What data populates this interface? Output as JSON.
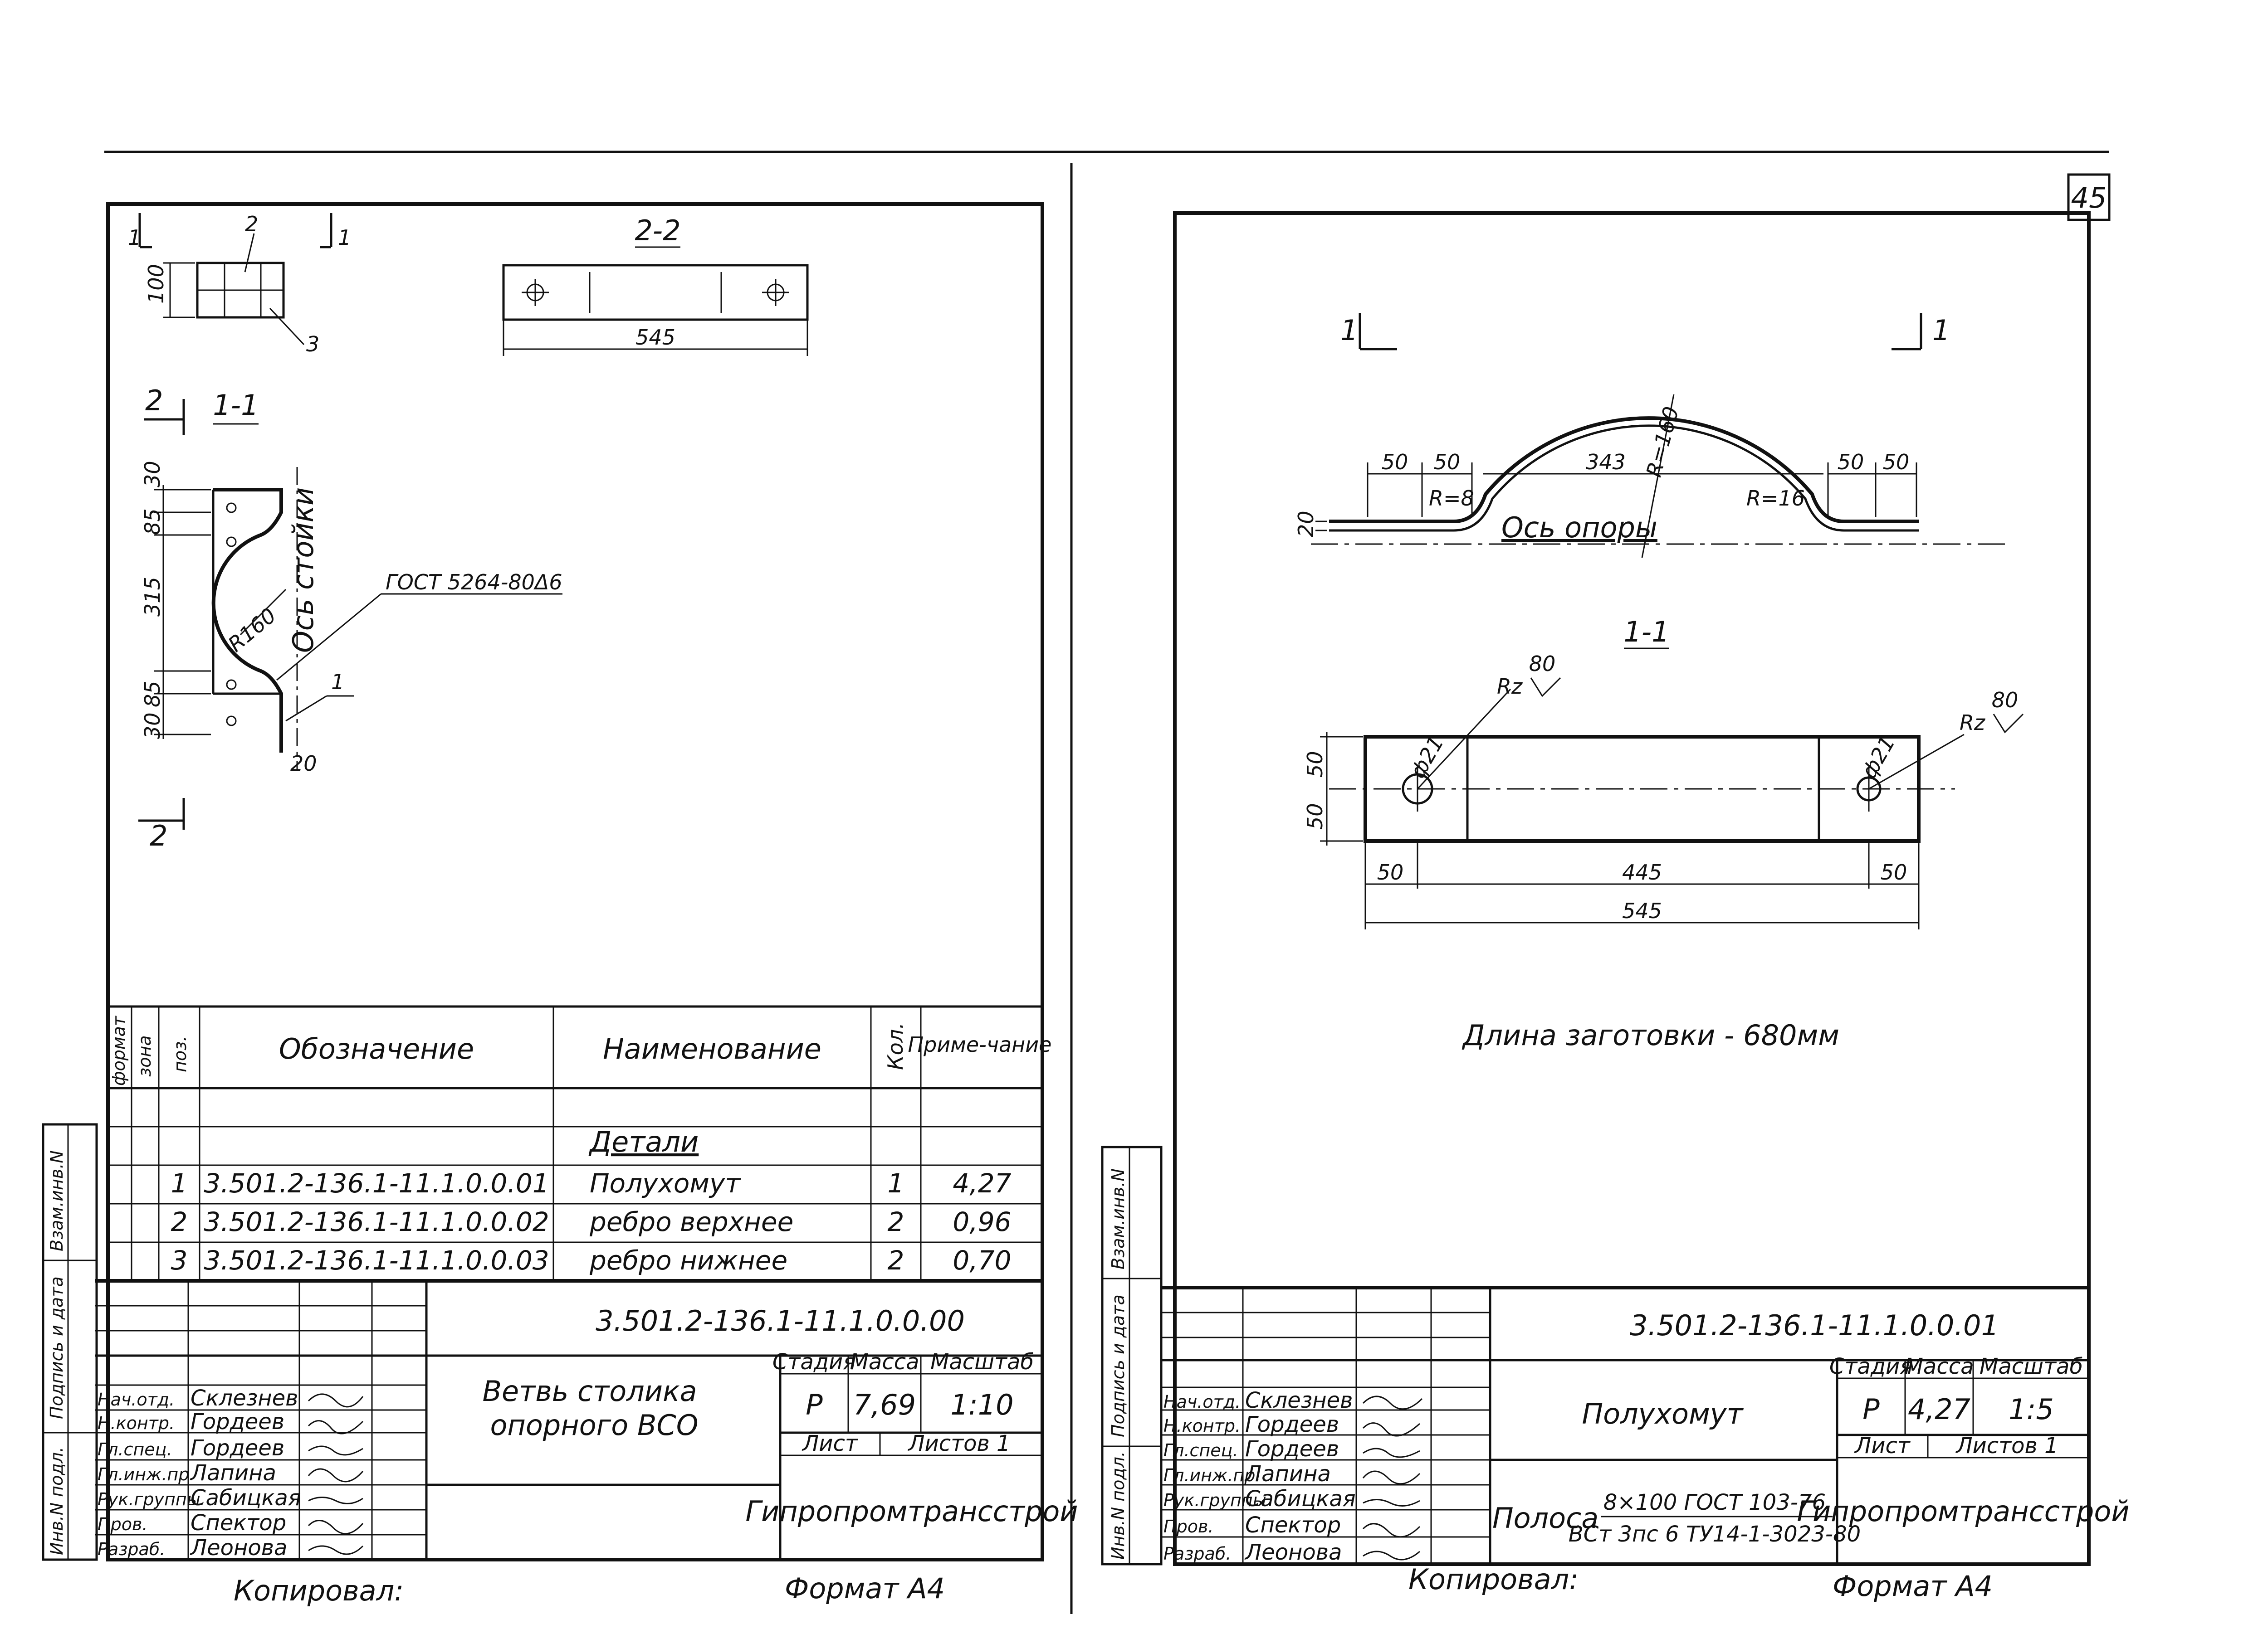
{
  "page": {
    "number": "45"
  },
  "left": {
    "view_2_2": {
      "title": "2-2",
      "dim_length": "545"
    },
    "view_top": {
      "mark_left": "1",
      "mark_right": "1",
      "pos_2": "2",
      "pos_3": "3",
      "dim_height": "100"
    },
    "view_1_1": {
      "title": "1-1",
      "section_mark_top": "2",
      "section_mark_bottom": "2",
      "axis_label": "Ось стойки",
      "standard": "ГОСТ 5264-80Δ6",
      "radius": "R160",
      "pos_1": "1",
      "weld": "20",
      "dims": [
        "85",
        "30",
        "315",
        "30",
        "85"
      ]
    },
    "spec_table": {
      "headers": {
        "format": "формат",
        "zone": "зона",
        "pos": "поз.",
        "designation": "Обозначение",
        "name": "Наименование",
        "qty": "Кол.",
        "note": "Приме-чание"
      },
      "section": "Детали",
      "rows": [
        {
          "pos": "1",
          "designation": "3.501.2-136.1-11.1.0.0.01",
          "name": "Полухомут",
          "qty": "1",
          "note": "4,27"
        },
        {
          "pos": "2",
          "designation": "3.501.2-136.1-11.1.0.0.02",
          "name": "ребро верхнее",
          "qty": "2",
          "note": "0,96"
        },
        {
          "pos": "3",
          "designation": "3.501.2-136.1-11.1.0.0.03",
          "name": "ребро нижнее",
          "qty": "2",
          "note": "0,70"
        }
      ]
    },
    "title_block": {
      "code": "3.501.2-136.1-11.1.0.0.00",
      "title_line1": "Ветвь столика",
      "title_line2": "опорного ВСО",
      "stage_label": "Стадия",
      "mass_label": "Масса",
      "scale_label": "Масштаб",
      "stage": "Р",
      "mass": "7,69",
      "scale": "1:10",
      "sheet_label": "Лист",
      "sheets_label": "Листов 1",
      "org": "Гипропромтрансстрой",
      "roles": [
        "Нач.отд.",
        "Н.контр.",
        "Гл.спец.",
        "Гл.инж.пр.",
        "Рук.группы",
        "Пров.",
        "Разраб."
      ],
      "names": [
        "Склезнев",
        "Гордеев",
        "Гордеев",
        "Лапина",
        "Сабицкая",
        "Спектор",
        "Леонова"
      ]
    },
    "footer": {
      "copied": "Копировал:",
      "format": "Формат А4"
    },
    "side_labels": {
      "inv": "Взам.инв.N",
      "sign": "Подпись и дата",
      "inv_orig": "Инв.N подл."
    }
  },
  "right": {
    "view_main": {
      "mark_left": "1",
      "mark_right": "1",
      "dims": [
        "50",
        "50",
        "343",
        "50",
        "50",
        "20"
      ],
      "radius_big": "R=160",
      "radius_left": "R=8",
      "radius_right": "R=16",
      "axis_label": "Ось опоры"
    },
    "view_1_1": {
      "title": "1-1",
      "roughness_left": "80",
      "roughness_right": "80",
      "rz": "Rz",
      "hole_left": "ф21",
      "hole_right": "ф21",
      "dim_h1": "50",
      "dim_h2": "50",
      "dim_left": "50",
      "dim_middle": "445",
      "dim_right": "50",
      "dim_total": "545"
    },
    "blank_length": "Длина заготовки - 680мм",
    "title_block": {
      "code": "3.501.2-136.1-11.1.0.0.01",
      "title": "Полухомут",
      "material_prefix": "Полоса",
      "material_top": "8×100 ГОСТ 103-76",
      "material_bottom": "ВСт 3пс 6 ТУ14-1-3023-80",
      "stage_label": "Стадия",
      "mass_label": "Масса",
      "scale_label": "Масштаб",
      "stage": "Р",
      "mass": "4,27",
      "scale": "1:5",
      "sheet_label": "Лист",
      "sheets_label": "Листов 1",
      "org": "Гипропромтрансстрой",
      "roles": [
        "Нач.отд.",
        "Н.контр.",
        "Гл.спец.",
        "Гл.инж.пр.",
        "Рук.группы",
        "Пров.",
        "Разраб."
      ],
      "names": [
        "Склезнев",
        "Гордеев",
        "Гордеев",
        "Лапина",
        "Сабицкая",
        "Спектор",
        "Леонова"
      ]
    },
    "footer": {
      "copied": "Копировал:",
      "format": "Формат А4"
    },
    "side_labels": {
      "inv": "Взам.инв.N",
      "sign": "Подпись и дата",
      "inv_orig": "Инв.N подл."
    }
  }
}
